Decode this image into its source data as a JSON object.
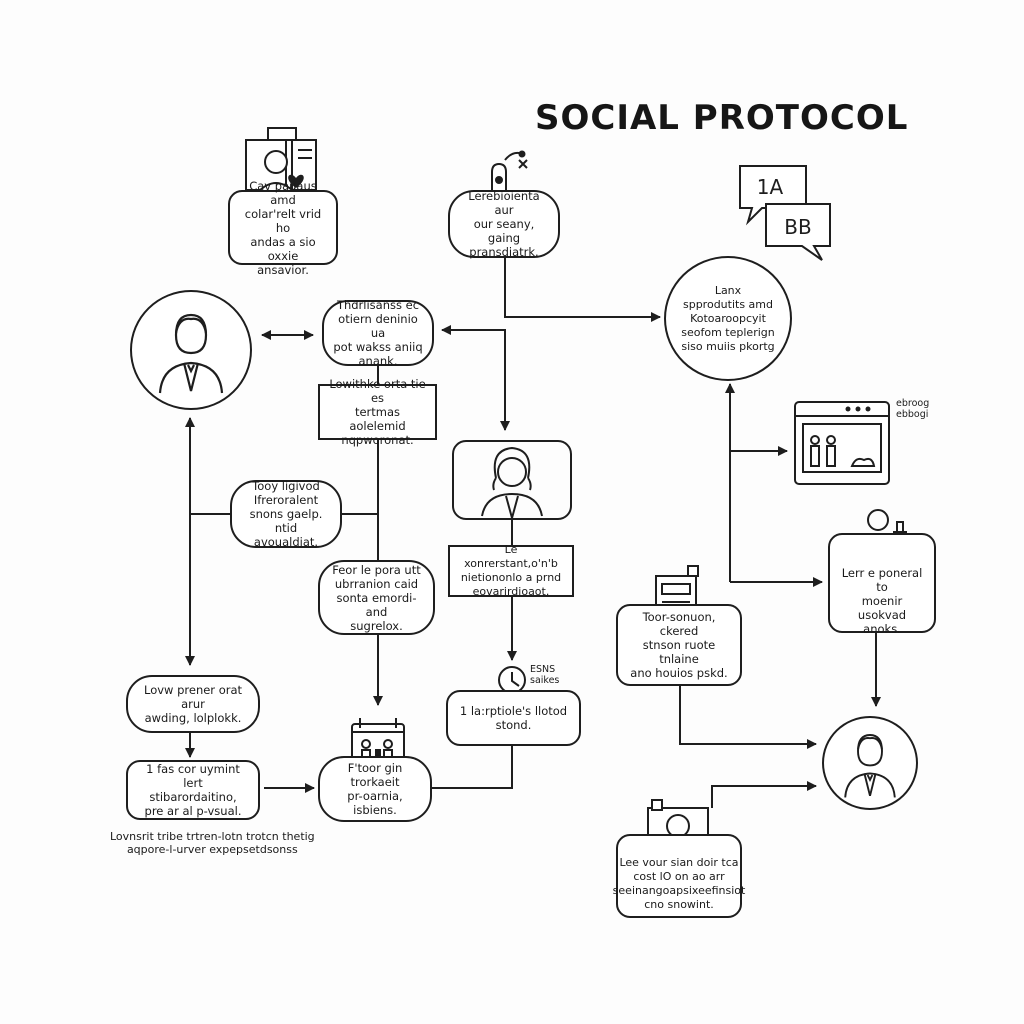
{
  "title": "SOCIAL PROTOCOL",
  "nodes": {
    "n1": "Cav pauaus amd\ncolar'relt vrid  ho\nandas a sio oxxie\nansavior.",
    "n2": "Lerebioienta aur\nour seany, gaing\npransdiatrk.",
    "n3": "Thdrlisanss ec\notiern deninio ua\npot wakss aniiq\nanank.",
    "n4": "Lowithke orta tie es\ntertmas aolelemid\nnqpworonat.",
    "n5": "Lanx\nspprodutits amd\nKotoaroopcyit\nseofom teplerign\nsiso muiis pkortg",
    "n6": "Tooy ligivod\nIfreroralent\nsnons gaelp. ntid\navoualdiat.",
    "n7": "Le xonrerstant,o'n'b\nnietiononlo a prnd\neovarirdioaot.",
    "n8": "Feor le pora utt\nubrranion caid\nsonta emordi-and\nsugrelox.",
    "n9": "Lovw prener orat arur\nawding, lolplokk.",
    "n10": "1 la:rptiole's llotod\nstond.",
    "n11": "Toor-sonuon, ckered\nstnson ruote tnlaine\nano houios pskd.",
    "n12": "Lerr e poneral to\nmoenir usokvad\nanoks.",
    "n13": "1 fas cor uymint lert\nstibarordaitino,\npre ar al p-vsual.",
    "n14": "F'toor gin trorkaeit\npr-oarnia, isbiens.",
    "n15": "Lee vour sian doir tca\ncost lO on ao arr\nseeinangoapsixeefinsiot\ncno snowint."
  },
  "labels": {
    "bubble_a": "1A",
    "bubble_b": "BB",
    "window_caption": "ebroog\nebbogi",
    "clock_caption": "ESNS\nsaikes",
    "footnote": "Lovnsrit tribe trtren-lotn trotcn thetig\naqpore-l-urver expepsetdsonss"
  },
  "icons": {
    "profile_doc": "profile-document-heart-icon",
    "touch": "touch-gesture-icon",
    "chat": "speech-bubbles-icon",
    "meeting": "meeting-window-icon",
    "woman_headset": "woman-headset-icon",
    "toast": "person-with-bottle-icon",
    "business_card": "business-card-icon",
    "clock": "clock-icon",
    "calendar": "calendar-people-icon",
    "framed_person": "framed-person-icon"
  }
}
